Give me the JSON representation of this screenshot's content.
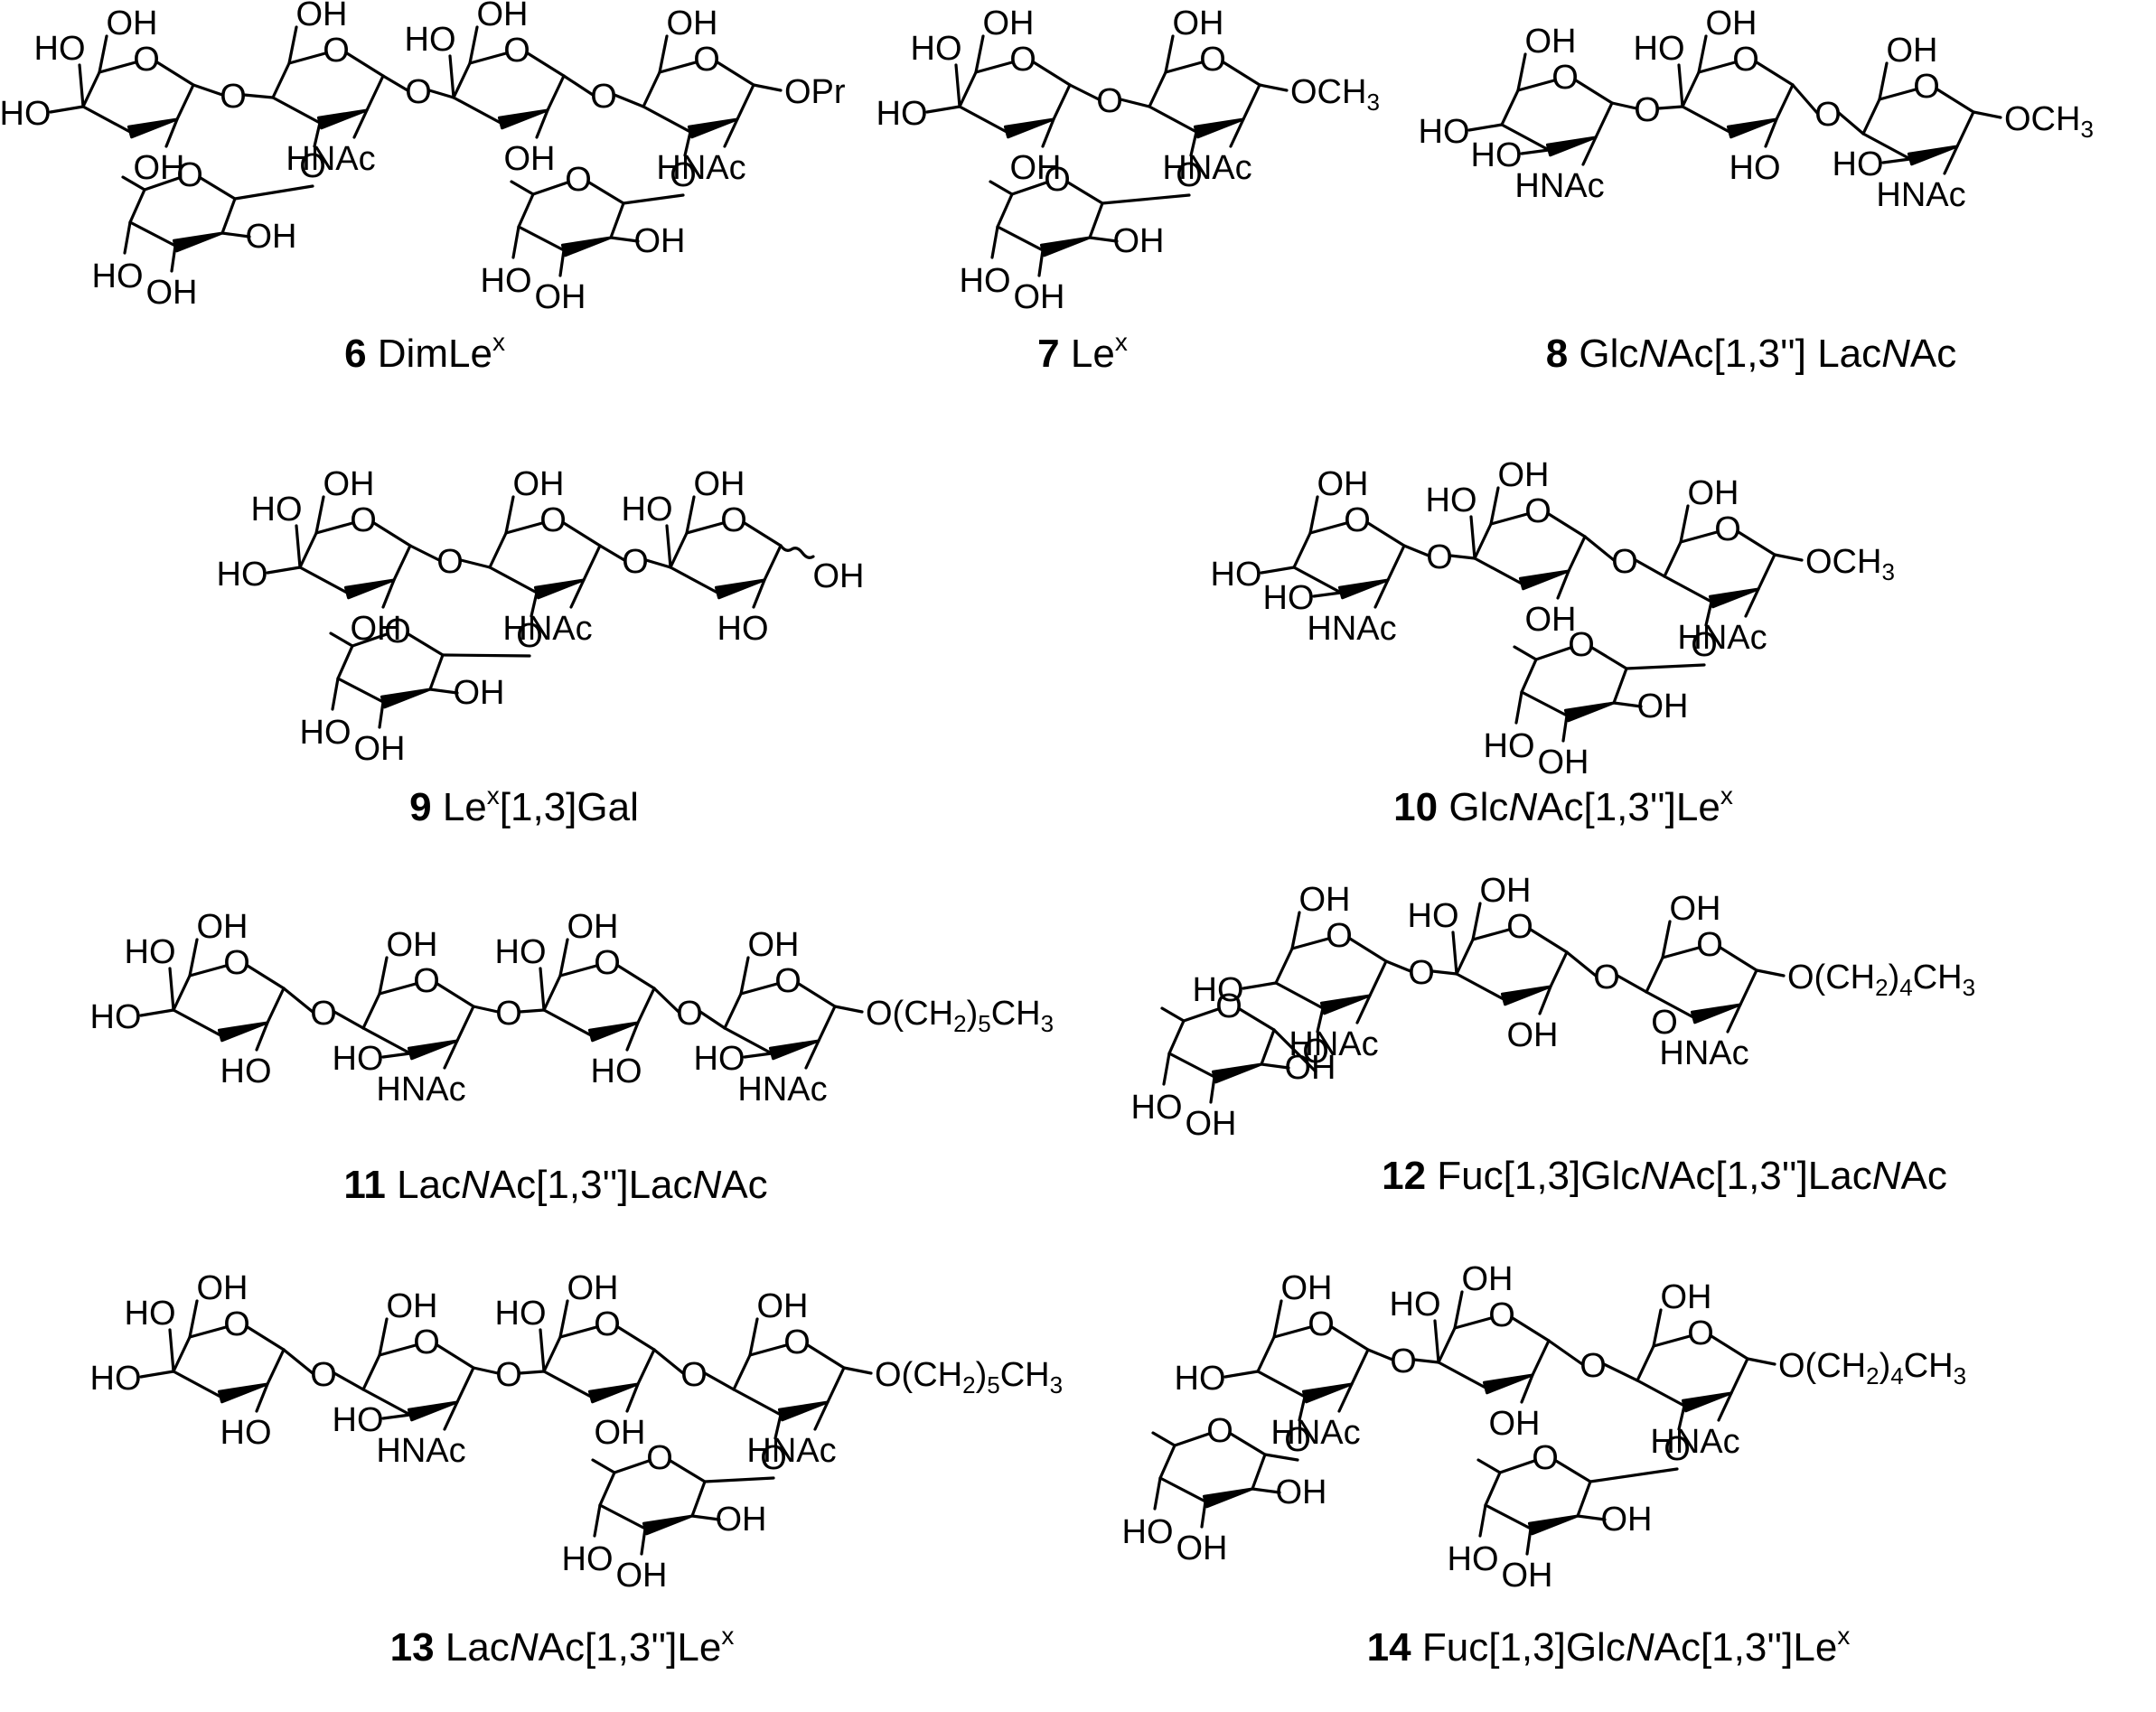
{
  "compounds": [
    {
      "number": "6",
      "name": "DimLe",
      "superscript": "x",
      "suffix": ""
    },
    {
      "number": "7",
      "name": "Le",
      "superscript": "x",
      "suffix": ""
    },
    {
      "number": "8",
      "parts": [
        "Glc",
        "N",
        "Ac[1,3''] Lac",
        "N",
        "Ac"
      ]
    },
    {
      "number": "9",
      "name": "Le",
      "superscript": "x",
      "suffix": "[1,3]Gal"
    },
    {
      "number": "10",
      "parts": [
        "Glc",
        "N",
        "Ac[1,3'']Le"
      ],
      "superscript": "x"
    },
    {
      "number": "11",
      "parts": [
        "Lac",
        "N",
        "Ac[1,3'']Lac",
        "N",
        "Ac"
      ]
    },
    {
      "number": "12",
      "parts": [
        "Fuc[1,3]Glc",
        "N",
        "Ac[1,3'']Lac",
        "N",
        "Ac"
      ]
    },
    {
      "number": "13",
      "parts": [
        "Lac",
        "N",
        "Ac[1,3'']Le"
      ],
      "superscript": "x"
    },
    {
      "number": "14",
      "parts": [
        "Fuc[1,3]Glc",
        "N",
        "Ac[1,3'']Le"
      ],
      "superscript": "x"
    }
  ],
  "group_labels": {
    "OH": "OH",
    "HO": "HO",
    "O": "O",
    "HNAc": "HNAc",
    "OPr": "OPr",
    "OCH3": "OCH",
    "sub3": "3",
    "OCH2": "O(CH",
    "sub2": "2",
    "close": ")",
    "sub4": "4",
    "sub5": "5",
    "CH3": "CH"
  }
}
